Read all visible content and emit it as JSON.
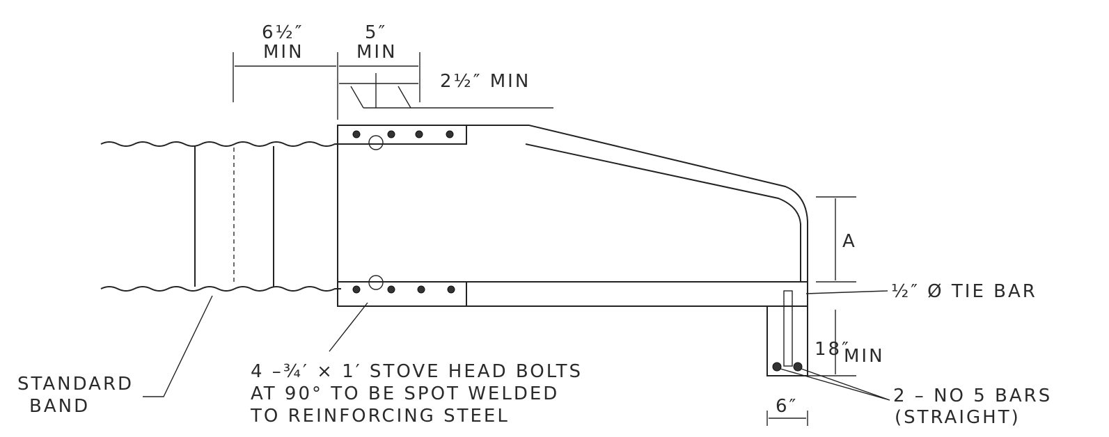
{
  "labels": {
    "dim_min_left": "6½″",
    "dim_min_left_sub": "MIN",
    "dim_min_mid": "5″",
    "dim_min_mid_sub": "MIN",
    "dim_small": "2½″ MIN",
    "dim_a": "A",
    "tie_bar": "½″ Ø TIE BAR",
    "dim_18": "18″",
    "dim_18_sub": "MIN",
    "standard_band_1": "STANDARD",
    "standard_band_2": "BAND",
    "bolts_1": "4 –¾′ × 1′ STOVE HEAD BOLTS",
    "bolts_2": "AT 90° TO BE SPOT WELDED",
    "bolts_3": "TO REINFORCING STEEL",
    "dim_6": "6″",
    "bars_1": "2 – NO 5 BARS",
    "bars_2": "(STRAIGHT)"
  }
}
